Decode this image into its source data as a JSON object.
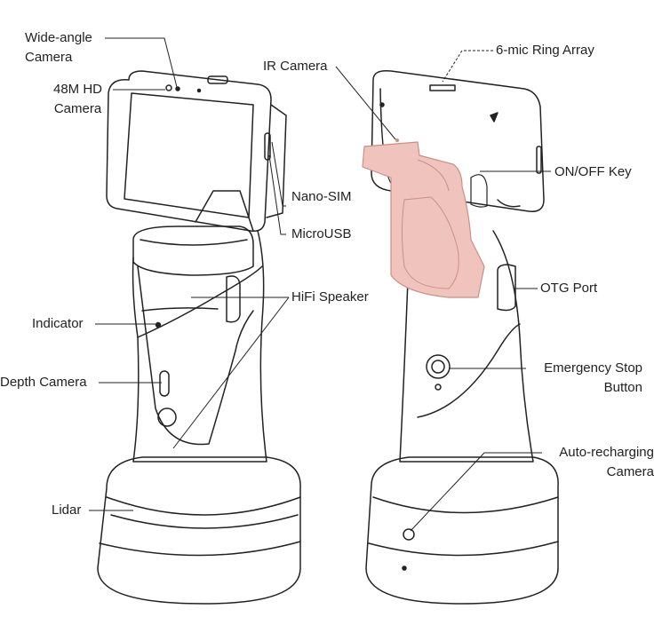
{
  "labels": {
    "wide_angle_camera": [
      "Wide-angle",
      "Camera"
    ],
    "hd_camera": [
      "48M HD",
      "Camera"
    ],
    "ir_camera": "IR Camera",
    "mic_array": "6-mic Ring Array",
    "onoff_key": "ON/OFF Key",
    "nano_sim": "Nano-SIM",
    "micro_usb": "MicroUSB",
    "hifi_speaker": "HiFi Speaker",
    "otg_port": "OTG Port",
    "indicator": "Indicator",
    "emergency_stop": [
      "Emergency Stop",
      "Button"
    ],
    "depth_camera": "Depth Camera",
    "auto_recharging": [
      "Auto-recharging",
      "Camera"
    ],
    "lidar": "Lidar"
  },
  "colors": {
    "outline": "#222222",
    "highlight_fill": "#f1c3bd",
    "highlight_stroke": "#c89088",
    "background": "#ffffff"
  }
}
